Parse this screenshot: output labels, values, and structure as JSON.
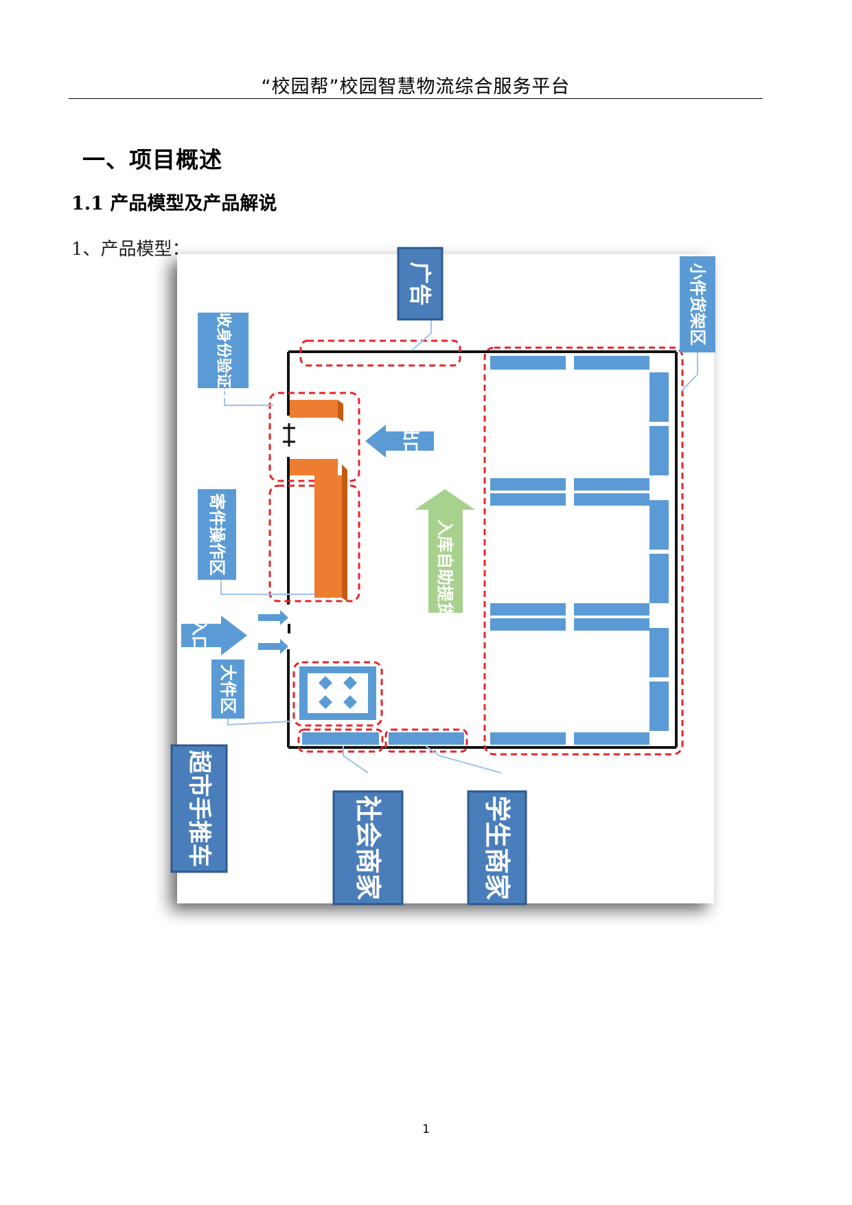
{
  "header": {
    "title": "“校园帮”校园智慧物流综合服务平台"
  },
  "section": {
    "heading": "一、项目概述",
    "subheading": "1.1 产品模型及产品解说",
    "paragraph": "1、产品模型："
  },
  "diagram": {
    "labels": {
      "ad": "广告",
      "small_shelf": "小件货架区",
      "sign_verify": "签收身份验证区",
      "exit": "出口",
      "self_pickup": "入库自助提货",
      "send_operation": "寄件操作区",
      "entrance": "入口",
      "large_item": "大件区",
      "trolley": "超市手推车",
      "social_merchant": "社会商家",
      "student_merchant": "学生商家"
    },
    "colors": {
      "label_blue": "#4a7ebb",
      "shelf_blue": "#5b9bd5",
      "counter_orange": "#ed7d31",
      "arrow_green": "#a9d18e",
      "dashed_red": "#e8242a"
    }
  },
  "footer": {
    "page_number": "1"
  }
}
